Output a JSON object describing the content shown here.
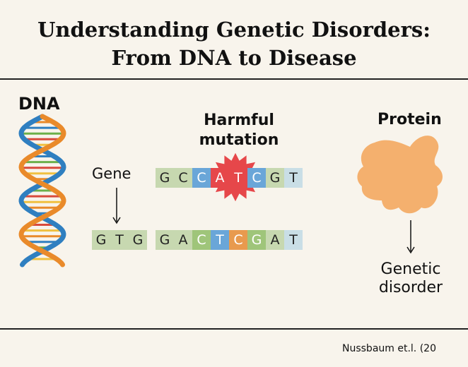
{
  "title": {
    "line1": "Understanding Genetic Disorders:",
    "line2": "From DNA to Disease"
  },
  "labels": {
    "dna": "DNA",
    "mutation_line1": "Harmful",
    "mutation_line2": "mutation",
    "protein": "Protein",
    "gene": "Gene",
    "disorder_line1": "Genetic",
    "disorder_line2": "disorder"
  },
  "sequences": {
    "mutated": [
      {
        "base": "G",
        "color": "#c7d8b0"
      },
      {
        "base": "C",
        "color": "#c7d8b0"
      },
      {
        "base": "C",
        "color": "#6aa6d8"
      },
      {
        "base": "A",
        "color": "#e6474a"
      },
      {
        "base": "T",
        "color": "#e6474a"
      },
      {
        "base": "C",
        "color": "#6aa6d8"
      },
      {
        "base": "G",
        "color": "#c7d8b0"
      },
      {
        "base": "T",
        "color": "#c9dee6"
      }
    ],
    "gene": [
      {
        "base": "G",
        "color": "#c7d8b0"
      },
      {
        "base": "T",
        "color": "#c7d8b0"
      },
      {
        "base": "G",
        "color": "#c7d8b0"
      }
    ],
    "normal": [
      {
        "base": "G",
        "color": "#c7d8b0"
      },
      {
        "base": "A",
        "color": "#c7d8b0"
      },
      {
        "base": "C",
        "color": "#9fc57a"
      },
      {
        "base": "T",
        "color": "#6aa6d8"
      },
      {
        "base": "C",
        "color": "#e89a4e"
      },
      {
        "base": "G",
        "color": "#9fc57a"
      },
      {
        "base": "A",
        "color": "#c7d8b0"
      },
      {
        "base": "T",
        "color": "#c9dee6"
      }
    ]
  },
  "colors": {
    "background": "#f8f4ec",
    "protein": "#f4b06e",
    "helix_orange": "#e98a2a",
    "helix_blue": "#2f7fc0",
    "mutation_burst": "#e6474a"
  },
  "citation": "Nussbaum et.l. (20"
}
